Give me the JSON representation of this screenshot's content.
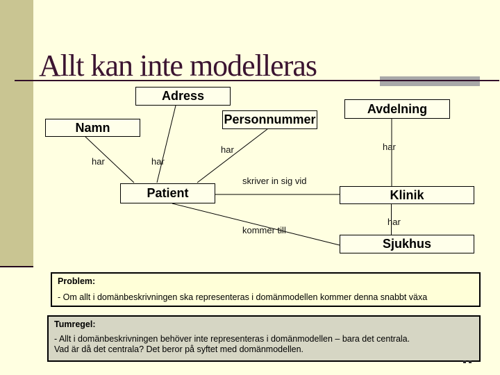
{
  "slide": {
    "title": "Allt kan inte modelleras"
  },
  "diagram": {
    "entities": [
      {
        "id": "adress",
        "label": "Adress"
      },
      {
        "id": "namn",
        "label": "Namn"
      },
      {
        "id": "personnummer",
        "label": "Personnummer"
      },
      {
        "id": "avdelning",
        "label": "Avdelning"
      },
      {
        "id": "patient",
        "label": "Patient"
      },
      {
        "id": "klinik",
        "label": "Klinik"
      },
      {
        "id": "sjukhus",
        "label": "Sjukhus"
      }
    ],
    "relations": [
      {
        "from": "Patient",
        "to": "Namn",
        "label": "har"
      },
      {
        "from": "Patient",
        "to": "Adress",
        "label": "har"
      },
      {
        "from": "Patient",
        "to": "Personnummer",
        "label": "har"
      },
      {
        "from": "Klinik",
        "to": "Avdelning",
        "label": "har"
      },
      {
        "from": "Patient",
        "to": "Klinik",
        "label": "skriver in sig vid"
      },
      {
        "from": "Klinik",
        "to": "Sjukhus",
        "label": "har"
      },
      {
        "from": "Patient",
        "to": "Sjukhus",
        "label": "kommer till"
      }
    ]
  },
  "notes": {
    "problem": {
      "heading": "Problem:",
      "body": "- Om allt i domänbeskrivningen ska representeras i domänmodellen kommer denna snabbt växa"
    },
    "rule": {
      "heading": "Tumregel:",
      "line1": "-  Allt i domänbeskrivningen behöver inte representeras i domänmodellen – bara det centrala.",
      "line2": "Vad är då det centrala? Det beror på syftet med domänmodellen."
    }
  },
  "colors": {
    "background": "#ffffe1",
    "sidebar": "#c9c592",
    "title_text": "#3b1431",
    "title_rule": "#32102a",
    "accent_bar": "#a8a8a8",
    "entity_fill": "#ffffea",
    "entity_border": "#000000",
    "problem_fill": "#ffffd8",
    "rule_fill": "#d6d6c4"
  }
}
